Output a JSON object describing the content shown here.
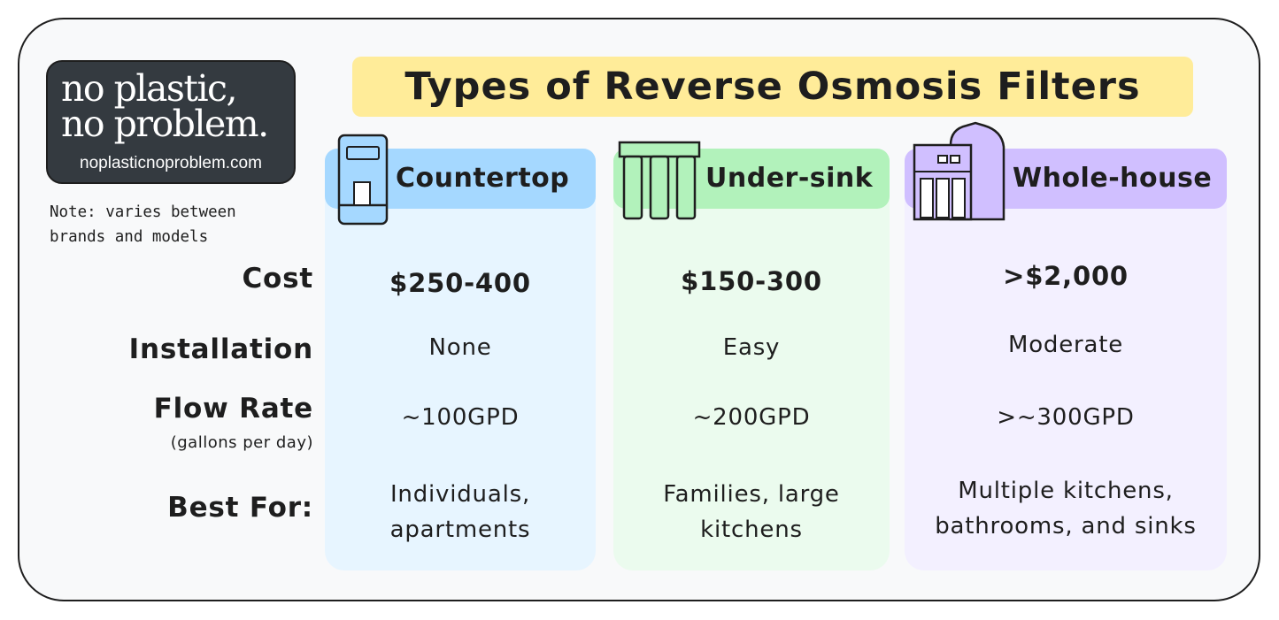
{
  "title": "Types of Reverse Osmosis Filters",
  "logo": {
    "brand": "no plastic,\nno problem.",
    "site": "noplasticnoproblem.com"
  },
  "note": "Note: varies between\nbrands and models",
  "row_labels": {
    "cost": "Cost",
    "installation": "Installation",
    "flow_rate": "Flow Rate",
    "flow_rate_sub": "(gallons per day)",
    "best_for": "Best For:"
  },
  "columns": [
    {
      "name": "Countertop",
      "icon": "countertop-filter-icon",
      "color": "#a5d8ff",
      "bg": "#e7f5ff",
      "cost": "$250-400",
      "installation": "None",
      "flow_rate": "~100GPD",
      "best_for": "Individuals,\napartments"
    },
    {
      "name": "Under-sink",
      "icon": "under-sink-filter-icon",
      "color": "#b2f2bb",
      "bg": "#ebfbee",
      "cost": "$150-300",
      "installation": "Easy",
      "flow_rate": "~200GPD",
      "best_for": "Families, large\nkitchens"
    },
    {
      "name": "Whole-house",
      "icon": "whole-house-filter-icon",
      "color": "#d0bfff",
      "bg": "#f3f0ff",
      "cost": ">$2,000",
      "installation": "Moderate",
      "flow_rate": ">~300GPD",
      "best_for": "Multiple kitchens,\nbathrooms, and sinks"
    }
  ],
  "colors": {
    "title_highlight": "#ffec99",
    "logo_bg": "#343a40",
    "ink": "#1e1e1e"
  }
}
